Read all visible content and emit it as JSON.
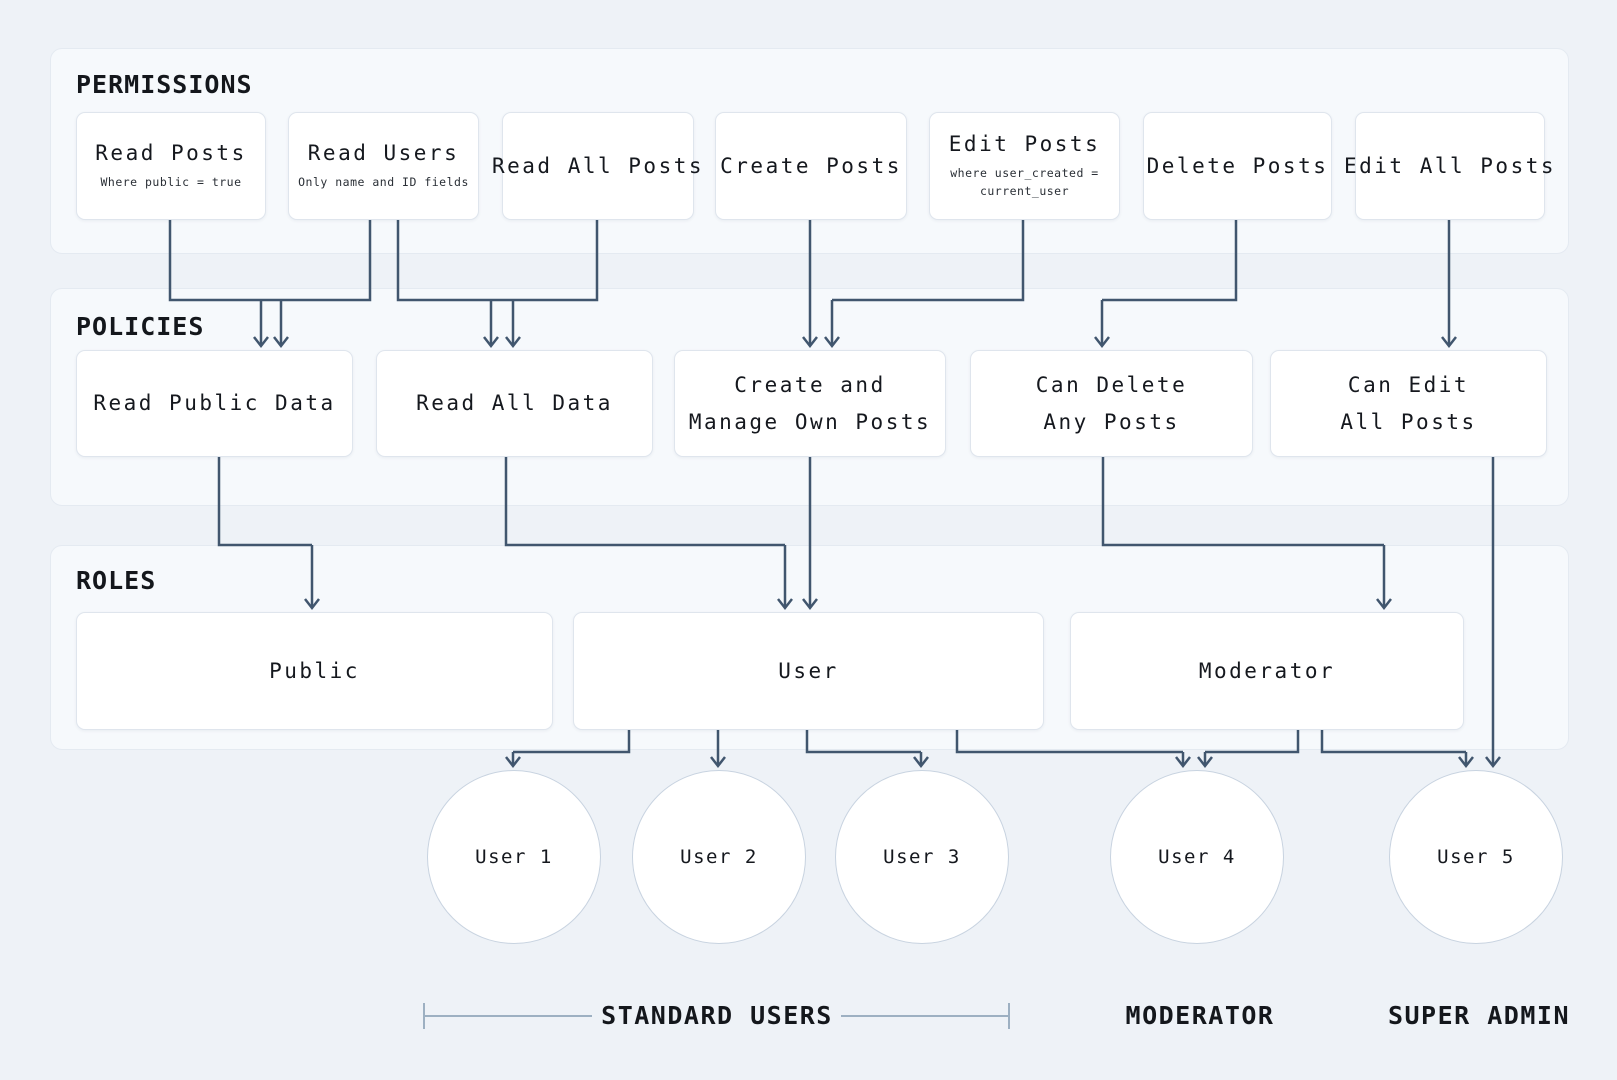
{
  "diagram": {
    "sections": {
      "permissions": {
        "title": "PERMISSIONS",
        "boxes": [
          {
            "title": "Read Posts",
            "subtitle_lines": [
              "Where public = true"
            ]
          },
          {
            "title": "Read Users",
            "subtitle_lines": [
              "Only name and ID fields"
            ]
          },
          {
            "title": "Read All Posts"
          },
          {
            "title": "Create Posts"
          },
          {
            "title": "Edit Posts",
            "subtitle_lines": [
              "where user_created =",
              "current_user"
            ]
          },
          {
            "title": "Delete Posts"
          },
          {
            "title": "Edit All Posts"
          }
        ]
      },
      "policies": {
        "title": "POLICIES",
        "boxes": [
          {
            "lines": [
              "Read Public Data"
            ]
          },
          {
            "lines": [
              "Read All Data"
            ]
          },
          {
            "lines": [
              "Create and",
              "Manage Own Posts"
            ]
          },
          {
            "lines": [
              "Can Delete",
              "Any Posts"
            ]
          },
          {
            "lines": [
              "Can Edit",
              "All Posts"
            ]
          }
        ]
      },
      "roles": {
        "title": "ROLES",
        "boxes": [
          {
            "label": "Public"
          },
          {
            "label": "User"
          },
          {
            "label": "Moderator"
          }
        ]
      }
    },
    "users": [
      {
        "label": "User 1"
      },
      {
        "label": "User 2"
      },
      {
        "label": "User 3"
      },
      {
        "label": "User 4"
      },
      {
        "label": "User 5"
      }
    ],
    "group_labels": [
      {
        "label": "STANDARD USERS"
      },
      {
        "label": "MODERATOR"
      },
      {
        "label": "SUPER ADMIN"
      }
    ],
    "colors": {
      "background": "#eef2f7",
      "panel": "#f6f9fc",
      "node": "#ffffff",
      "connector": "#41566e",
      "bracket": "#9db0c2"
    }
  }
}
